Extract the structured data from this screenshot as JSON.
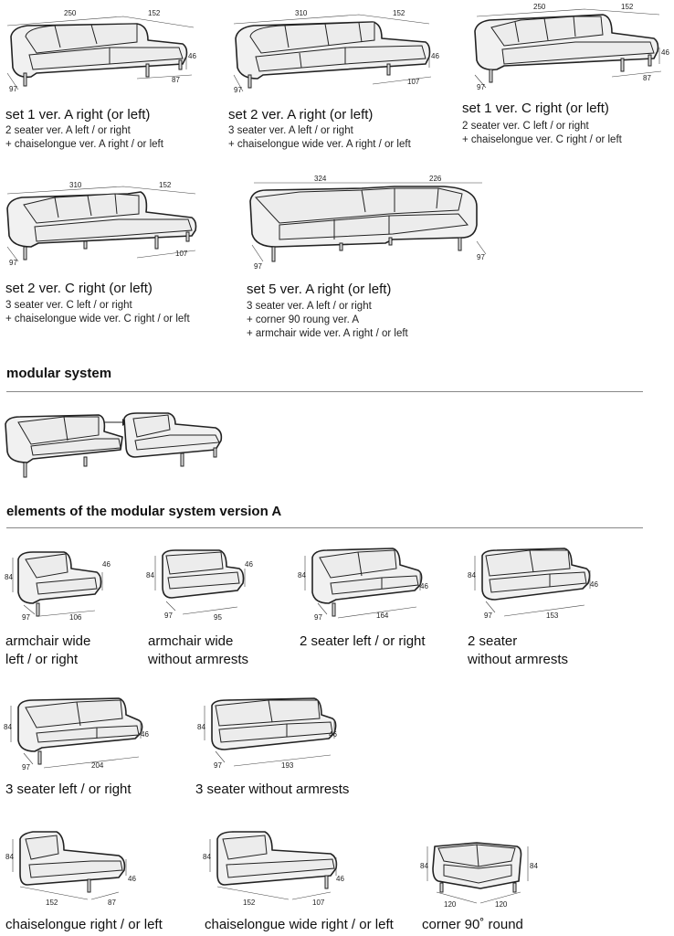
{
  "sets": [
    {
      "title": "set 1 ver. A right (or left)",
      "lines": [
        "2 seater ver. A left / or right",
        "+ chaiselongue ver. A right / or left"
      ],
      "dims": [
        "250",
        "152",
        "46",
        "87",
        "97"
      ]
    },
    {
      "title": "set 2 ver. A right (or left)",
      "lines": [
        "3 seater ver. A left / or right",
        "+ chaiselongue wide ver. A right / or left"
      ],
      "dims": [
        "310",
        "152",
        "46",
        "107",
        "97"
      ]
    },
    {
      "title": "set 1 ver. C right (or left)",
      "lines": [
        "2 seater ver. C left / or right",
        "+ chaiselongue ver. C right / or left"
      ],
      "dims": [
        "250",
        "152",
        "46",
        "87",
        "97"
      ]
    },
    {
      "title": "set 2 ver. C right (or left)",
      "lines": [
        "3 seater ver. C left / or right",
        "+ chaiselongue wide ver. C right / or left"
      ],
      "dims": [
        "310",
        "152",
        "107",
        "97"
      ]
    },
    {
      "title": "set 5 ver. A right (or left)",
      "lines": [
        "3 seater ver. A left / or right",
        "+ corner 90 roung ver. A",
        "+ armchair wide ver. A right / or left"
      ],
      "dims": [
        "324",
        "226",
        "97",
        "97"
      ]
    }
  ],
  "sections": {
    "modular": "modular system",
    "elements": "elements of the modular system version A"
  },
  "elements": [
    {
      "caption": [
        "armchair wide",
        "left / or right"
      ],
      "dims": [
        "84",
        "46",
        "97",
        "106"
      ]
    },
    {
      "caption": [
        "armchair wide",
        "without armrests"
      ],
      "dims": [
        "84",
        "46",
        "97",
        "95"
      ]
    },
    {
      "caption": [
        "2 seater left / or right"
      ],
      "dims": [
        "84",
        "46",
        "97",
        "164"
      ]
    },
    {
      "caption": [
        "2 seater",
        "without armrests"
      ],
      "dims": [
        "84",
        "46",
        "97",
        "153"
      ]
    },
    {
      "caption": [
        "3 seater left / or right"
      ],
      "dims": [
        "84",
        "46",
        "97",
        "204"
      ]
    },
    {
      "caption": [
        "3 seater without armrests"
      ],
      "dims": [
        "84",
        "46",
        "97",
        "193"
      ]
    },
    {
      "caption": [
        "chaiselongue right / or left"
      ],
      "dims": [
        "84",
        "46",
        "152",
        "87"
      ]
    },
    {
      "caption": [
        "chaiselongue wide right / or left"
      ],
      "dims": [
        "84",
        "46",
        "152",
        "107"
      ]
    },
    {
      "caption": [
        "corner 90˚ round"
      ],
      "dims": [
        "84",
        "84",
        "120",
        "120"
      ]
    }
  ]
}
